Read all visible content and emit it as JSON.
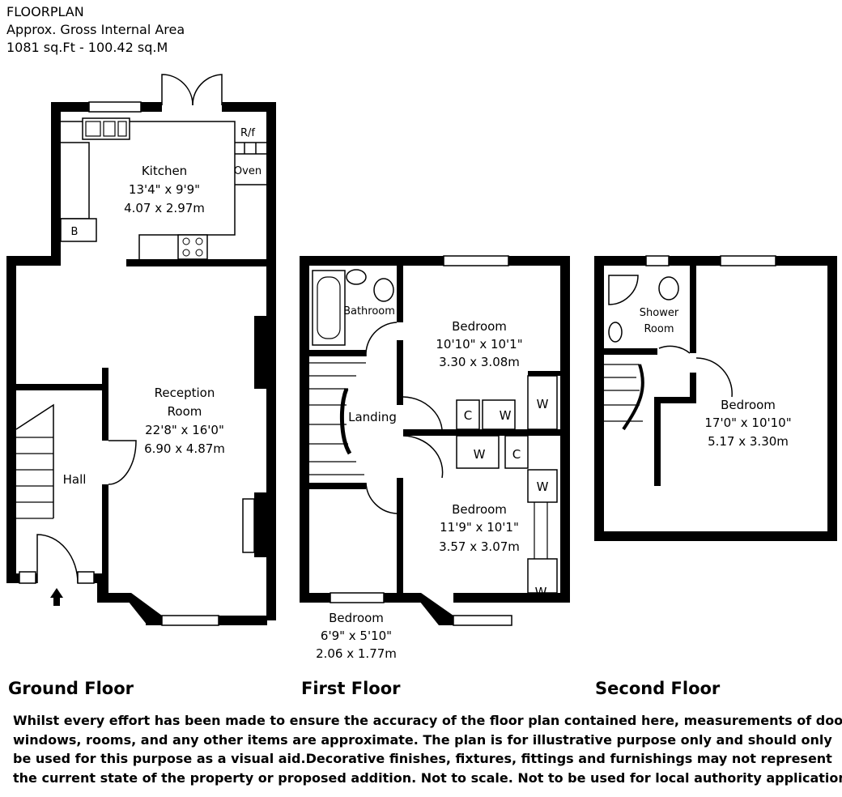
{
  "header": {
    "line1": "FLOORPLAN",
    "line2": "Approx. Gross Internal Area",
    "line3": "1081 sq.Ft - 100.42 sq.M"
  },
  "floors": {
    "ground": "Ground Floor",
    "first": "First Floor",
    "second": "Second Floor"
  },
  "rooms": {
    "kitchen": {
      "name": "Kitchen",
      "imperial": "13'4\" x 9'9\"",
      "metric": "4.07 x 2.97m"
    },
    "reception": {
      "name1": "Reception",
      "name2": "Room",
      "imperial": "22'8\" x 16'0\"",
      "metric": "6.90 x 4.87m"
    },
    "hall": {
      "name": "Hall"
    },
    "bathroom": {
      "name": "Bathroom"
    },
    "landing": {
      "name": "Landing"
    },
    "bedroom1": {
      "name": "Bedroom",
      "imperial": "10'10\" x 10'1\"",
      "metric": "3.30 x 3.08m"
    },
    "bedroom2": {
      "name": "Bedroom",
      "imperial": "11'9\" x 10'1\"",
      "metric": "3.57 x 3.07m"
    },
    "bedroom3": {
      "name": "Bedroom",
      "imperial": "6'9\" x 5'10\"",
      "metric": "2.06 x 1.77m"
    },
    "shower": {
      "name1": "Shower",
      "name2": "Room"
    },
    "bedroom4": {
      "name": "Bedroom",
      "imperial": "17'0\" x 10'10\"",
      "metric": "5.17 x 3.30m"
    }
  },
  "fixtures": {
    "fridge": "R/f",
    "oven": "Oven",
    "boiler": "B",
    "cupboard": "C",
    "wardrobe": "W"
  },
  "disclaimer": [
    "Whilst every effort has been made to ensure the accuracy of the floor plan contained here, measurements of doors,",
    "windows, rooms, and any other items  are approximate. The plan is for illustrative purpose only and should only",
    "be used for this  purpose as a visual aid.Decorative finishes, fixtures, fittings and furnishings  may not represent",
    "the current state of the property or proposed addition. Not to scale. Not to be used for  local authority applications."
  ]
}
